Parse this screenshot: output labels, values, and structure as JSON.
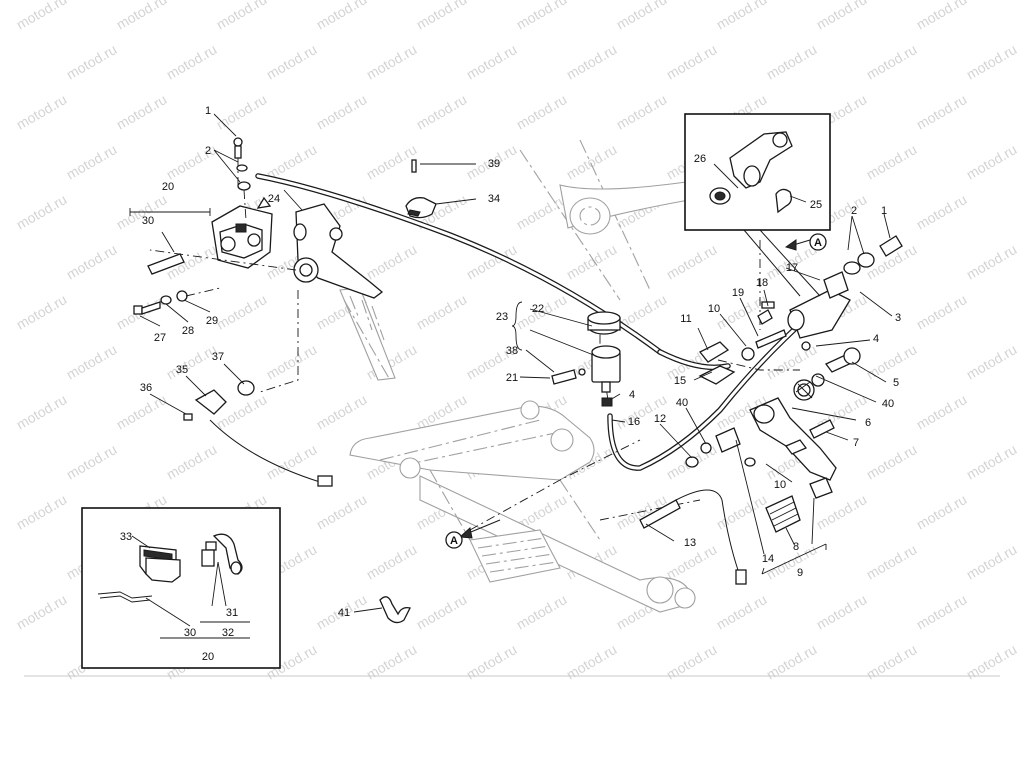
{
  "watermark": "motod.ru",
  "view_marker": "A",
  "callouts": {
    "c1a": "1",
    "c1b": "1",
    "c2a": "2",
    "c2b": "2",
    "c3": "3",
    "c4a": "4",
    "c4b": "4",
    "c5": "5",
    "c6": "6",
    "c7": "7",
    "c8": "8",
    "c9": "9",
    "c10a": "10",
    "c10b": "10",
    "c11": "11",
    "c12": "12",
    "c13": "13",
    "c14": "14",
    "c15": "15",
    "c16": "16",
    "c17": "17",
    "c18": "18",
    "c19": "19",
    "c20a": "20",
    "c20b": "20",
    "c21": "21",
    "c22": "22",
    "c23": "23",
    "c24": "24",
    "c25": "25",
    "c26": "26",
    "c27": "27",
    "c28": "28",
    "c29": "29",
    "c30a": "30",
    "c30b": "30",
    "c31": "31",
    "c32": "32",
    "c33": "33",
    "c34": "34",
    "c35": "35",
    "c36": "36",
    "c37": "37",
    "c38": "38",
    "c39": "39",
    "c40a": "40",
    "c40b": "40",
    "c41": "41"
  }
}
